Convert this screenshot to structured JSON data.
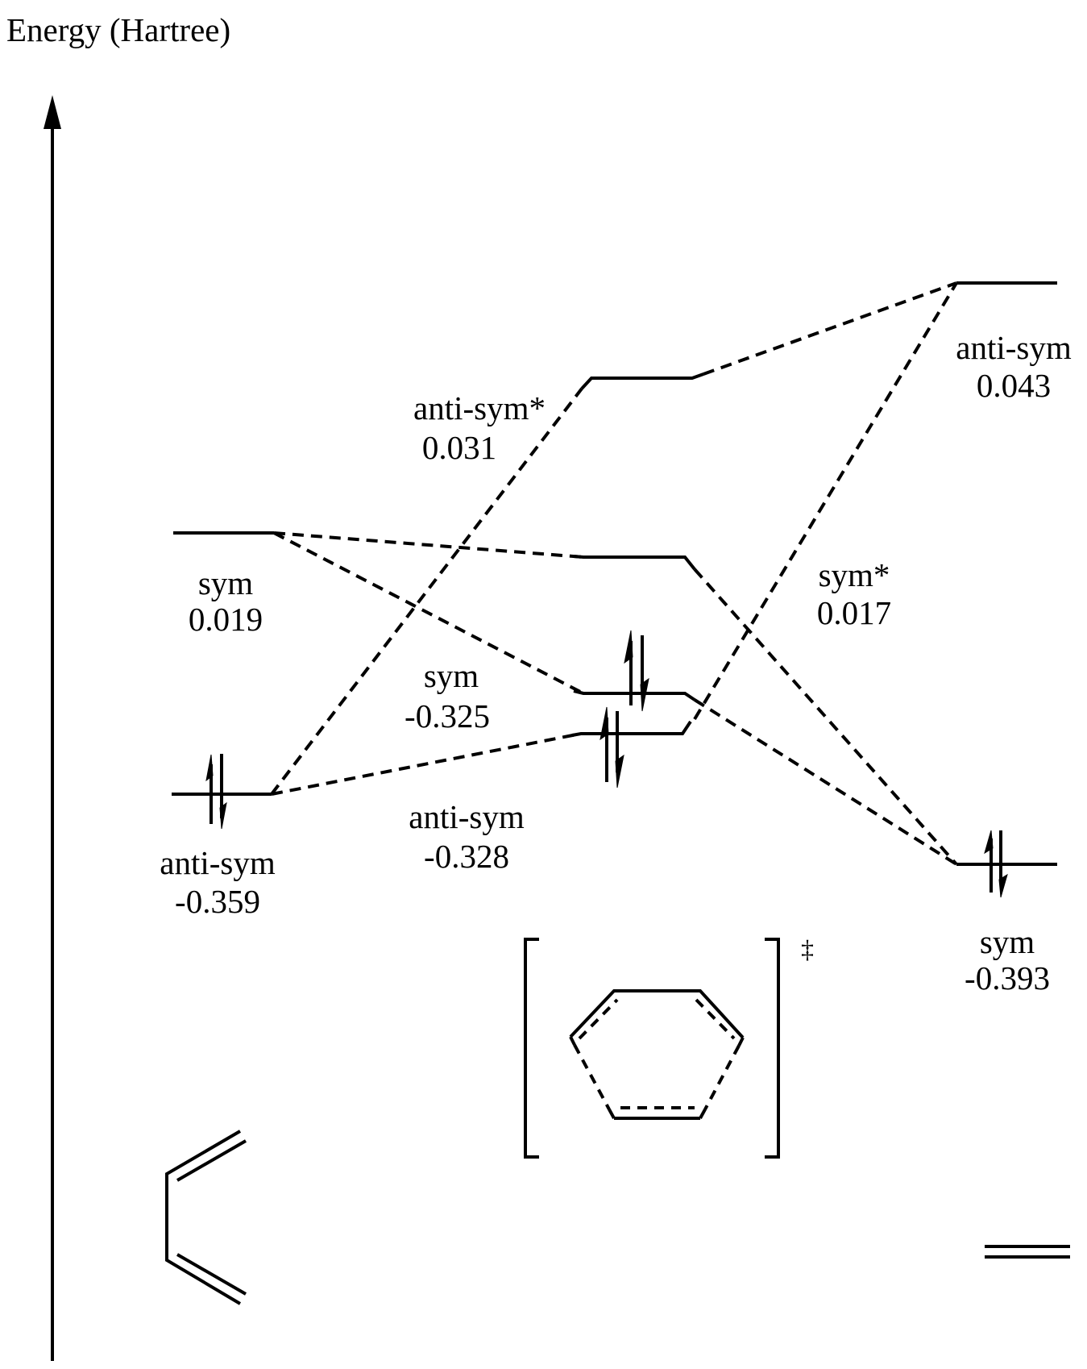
{
  "axis": {
    "title": "Energy (Hartree)"
  },
  "orbitals": {
    "reactant_left": {
      "sym": {
        "name": "sym",
        "energy": "0.019",
        "occupied": false
      },
      "anti_sym": {
        "name": "anti-sym",
        "energy": "-0.359",
        "occupied": true
      }
    },
    "transition_state": {
      "anti_sym_star": {
        "name": "anti-sym*",
        "energy": "0.031",
        "occupied": false
      },
      "sym_star": {
        "name": "sym*",
        "energy": "0.017",
        "occupied": false
      },
      "sym": {
        "name": "sym",
        "energy": "-0.325",
        "occupied": true
      },
      "anti_sym": {
        "name": "anti-sym",
        "energy": "-0.328",
        "occupied": true
      }
    },
    "reactant_right": {
      "anti_sym": {
        "name": "anti-sym",
        "energy": "0.043",
        "occupied": false
      },
      "sym": {
        "name": "sym",
        "energy": "-0.393",
        "occupied": true
      }
    }
  },
  "structures": {
    "left": "butadiene",
    "middle": "cyclic-transition-state",
    "middle_symbol": "‡",
    "right": "ethylene"
  },
  "colors": {
    "line": "#000000",
    "background": "#ffffff"
  }
}
